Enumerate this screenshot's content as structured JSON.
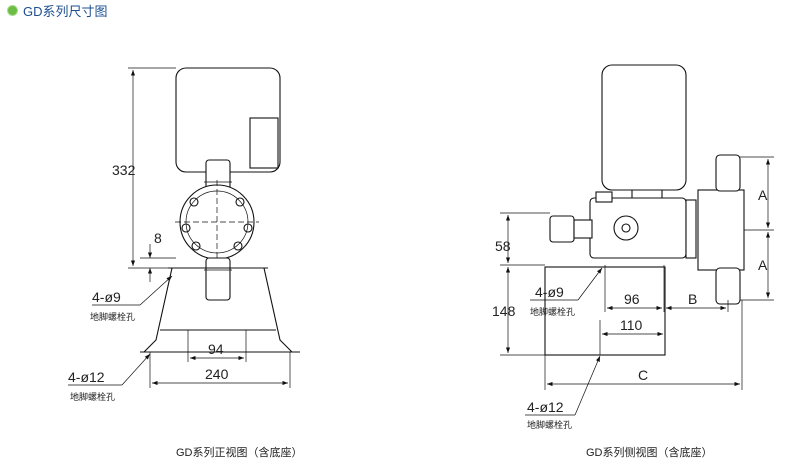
{
  "header": {
    "title": "GD系列尺寸图",
    "bullet_color": "#6cbd45",
    "title_color": "#1d4f8f"
  },
  "front_view": {
    "caption": "GD系列正视图（含底座）",
    "dims": {
      "height": "332",
      "offset": "8",
      "hole_spacing": "94",
      "base_width": "240"
    },
    "bolt_top": {
      "spec": "4-ø9",
      "label": "地脚螺栓孔"
    },
    "bolt_bottom": {
      "spec": "4-ø12",
      "label": "地脚螺栓孔"
    }
  },
  "side_view": {
    "caption": "GD系列侧视图（含底座）",
    "dims": {
      "outlet_height": "58",
      "base_height": "148",
      "hole_spacing": "96",
      "b": "B",
      "base_hole_spacing": "110",
      "c": "C",
      "a1": "A",
      "a2": "A"
    },
    "bolt_top": {
      "spec": "4-ø9",
      "label": "地脚螺栓孔"
    },
    "bolt_bottom": {
      "spec": "4-ø12",
      "label": "地脚螺栓孔"
    }
  }
}
